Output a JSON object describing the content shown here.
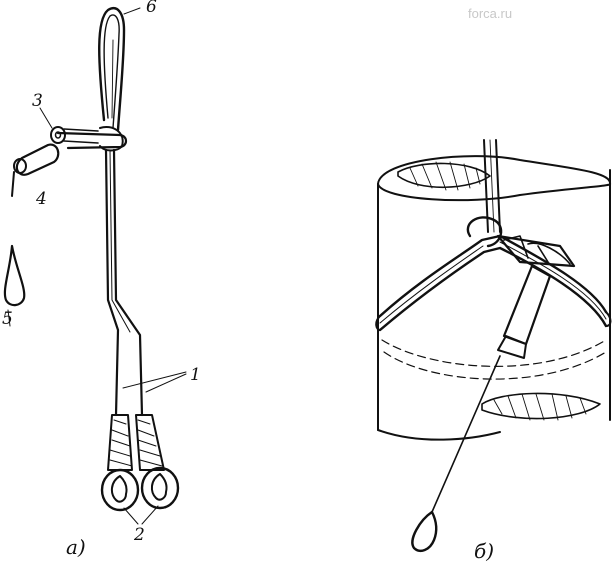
{
  "watermark": "forca.ru",
  "labels": {
    "n1": "1",
    "n2": "2",
    "n3": "3",
    "n4": "4",
    "n5": "5",
    "n6": "6"
  },
  "captions": {
    "a": "а)",
    "b": "б)"
  }
}
